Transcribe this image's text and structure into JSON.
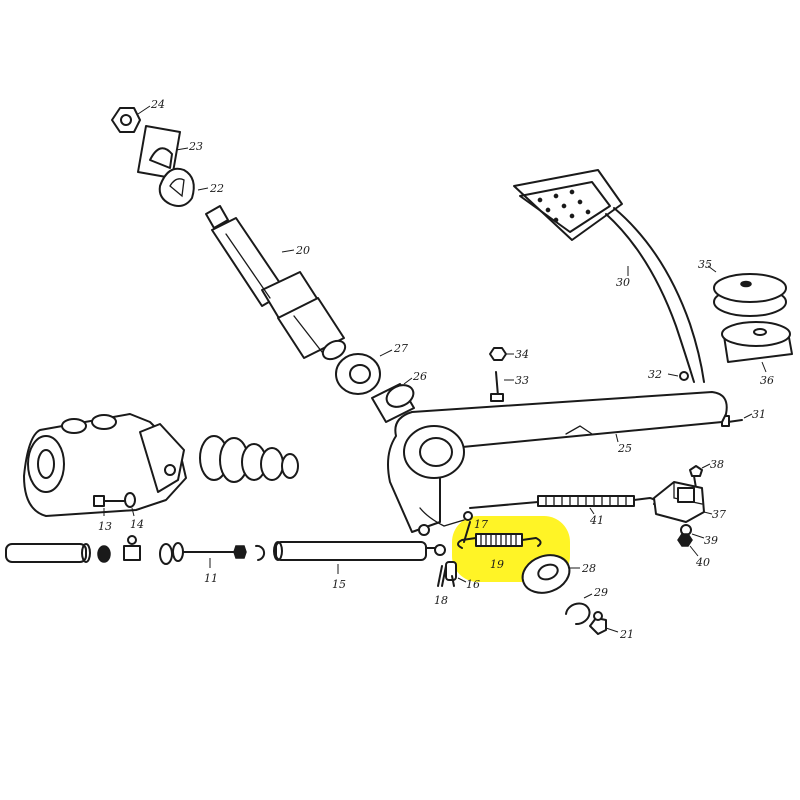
{
  "diagram": {
    "highlight_color": "#fff200",
    "highlighted_part": "19",
    "labels": {
      "p11": "11",
      "p13": "13",
      "p14": "14",
      "p15": "15",
      "p16": "16",
      "p17": "17",
      "p18": "18",
      "p19": "19",
      "p20": "20",
      "p21": "21",
      "p22": "22",
      "p23": "23",
      "p24": "24",
      "p25": "25",
      "p26": "26",
      "p27": "27",
      "p28": "28",
      "p29": "29",
      "p30": "30",
      "p31": "31",
      "p32": "32",
      "p33": "33",
      "p34": "34",
      "p35": "35",
      "p36": "36",
      "p37": "37",
      "p38": "38",
      "p39": "39",
      "p40": "40",
      "p41": "41"
    }
  }
}
